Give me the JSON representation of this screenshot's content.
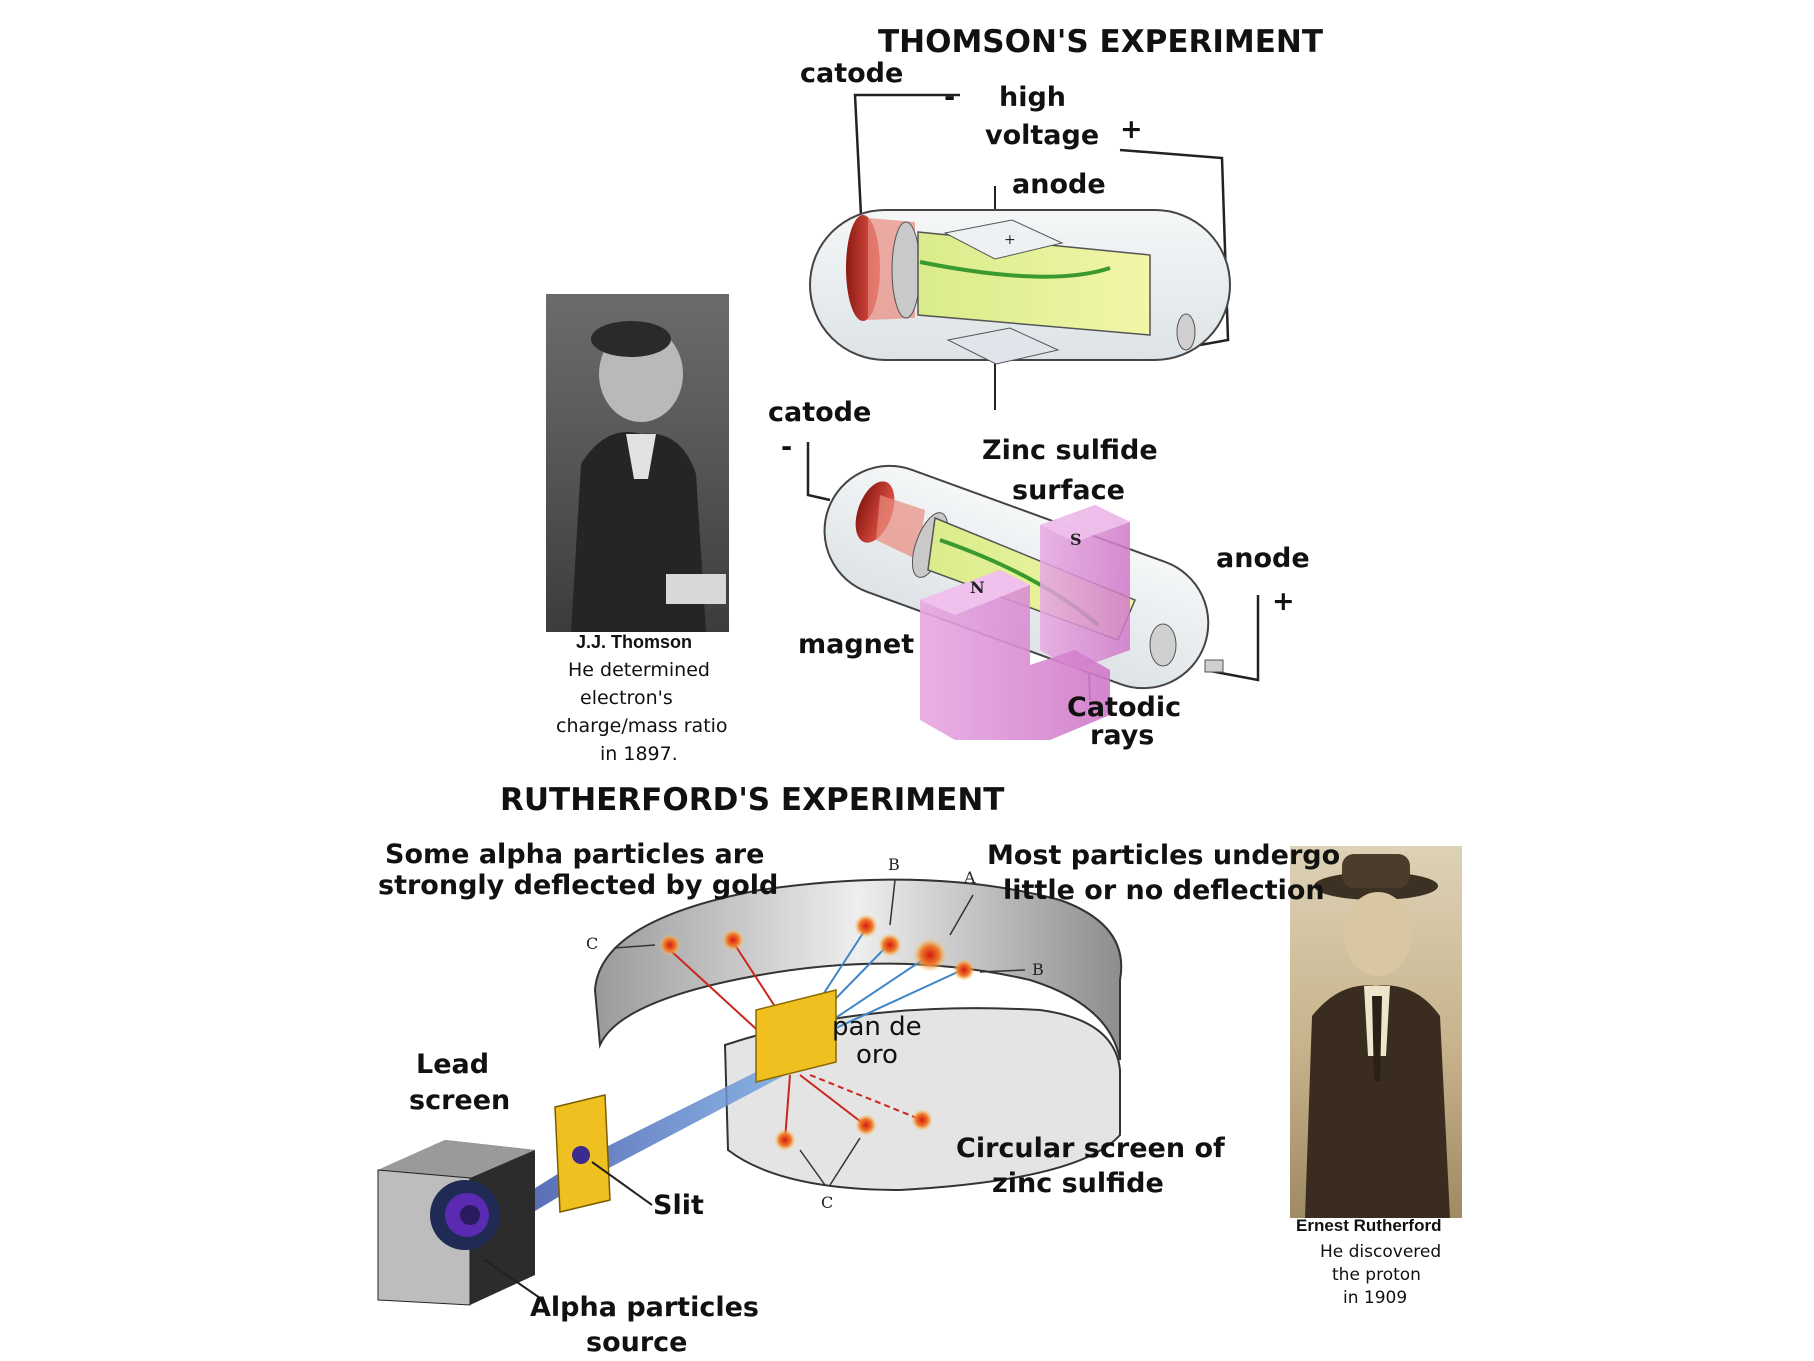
{
  "thomson": {
    "title": "THOMSON'S EXPERIMENT",
    "top_tube": {
      "catode": "catode",
      "minus": "-",
      "high": "high",
      "voltage": "voltage",
      "plus": "+",
      "anode": "anode",
      "plate_plus": "+"
    },
    "bottom_tube": {
      "catode": "catode",
      "minus": "-",
      "zinc_line1": "Zinc sulfide",
      "zinc_line2": "surface",
      "anode": "anode",
      "plus": "+",
      "magnet": "magnet",
      "rays_line1": "Catodic",
      "rays_line2": "rays",
      "pole_n": "N",
      "pole_s": "S"
    },
    "portrait": {
      "name": "J.J. Thomson",
      "line1": "He determined",
      "line2": "electron's",
      "line3": "charge/mass ratio",
      "line4": "in 1897."
    }
  },
  "rutherford": {
    "title": "RUTHERFORD'S EXPERIMENT",
    "deflect_line1": "Some alpha particles are",
    "deflect_line2": "strongly deflected by gold",
    "most_line1": "Most particles undergo",
    "most_line2": "little or no deflection",
    "gold_line1": "pan de",
    "gold_line2": "oro",
    "lead_line1": "Lead",
    "lead_line2": "screen",
    "slit": "Slit",
    "source_line1": "Alpha particles",
    "source_line2": "source",
    "screen_line1": "Circular screen of",
    "screen_line2": "zinc sulfide",
    "letter_a": "A",
    "letter_b_top": "B",
    "letter_b_right": "B",
    "letter_c_top": "C",
    "letter_c_bottom": "C",
    "portrait": {
      "name": "Ernest Rutherford",
      "line1": "He discovered",
      "line2": "the proton",
      "line3": "in 1909"
    }
  }
}
